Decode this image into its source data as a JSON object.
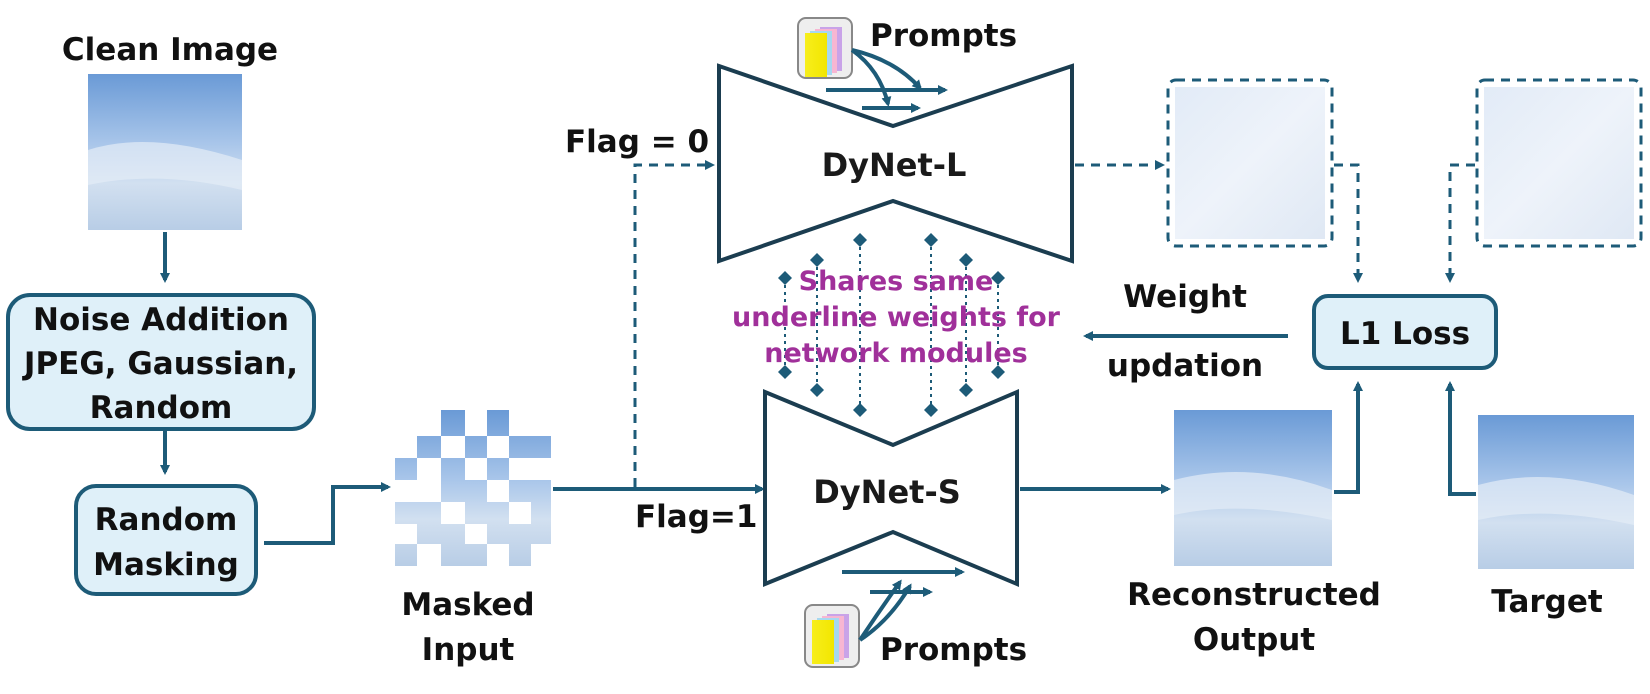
{
  "clean_image": {
    "label": "Clean Image"
  },
  "noise_box": {
    "line1": "Noise Addition",
    "line2": "JPEG, Gaussian,",
    "line3": "Random"
  },
  "masking_box": {
    "line1": "Random",
    "line2": "Masking"
  },
  "masked_input": {
    "line1": "Masked",
    "line2": "Input"
  },
  "flags": {
    "flag0": "Flag = 0",
    "flag1": "Flag=1"
  },
  "dynet_l": {
    "label": "DyNet-L"
  },
  "dynet_s": {
    "label": "DyNet-S"
  },
  "prompts": {
    "top": "Prompts",
    "bottom": "Prompts"
  },
  "shared_note": {
    "line1": "Shares same",
    "line2": "underline weights for",
    "line3": "network modules"
  },
  "weight_update": {
    "line1": "Weight",
    "line2": "updation"
  },
  "loss": {
    "label": "L1 Loss"
  },
  "reconstructed": {
    "line1": "Reconstructed",
    "line2": "Output"
  },
  "target": {
    "label": "Target"
  },
  "colors": {
    "accent": "#1d5b78",
    "box_fill": "#dff0f9",
    "shared_text": "#a0309a"
  }
}
